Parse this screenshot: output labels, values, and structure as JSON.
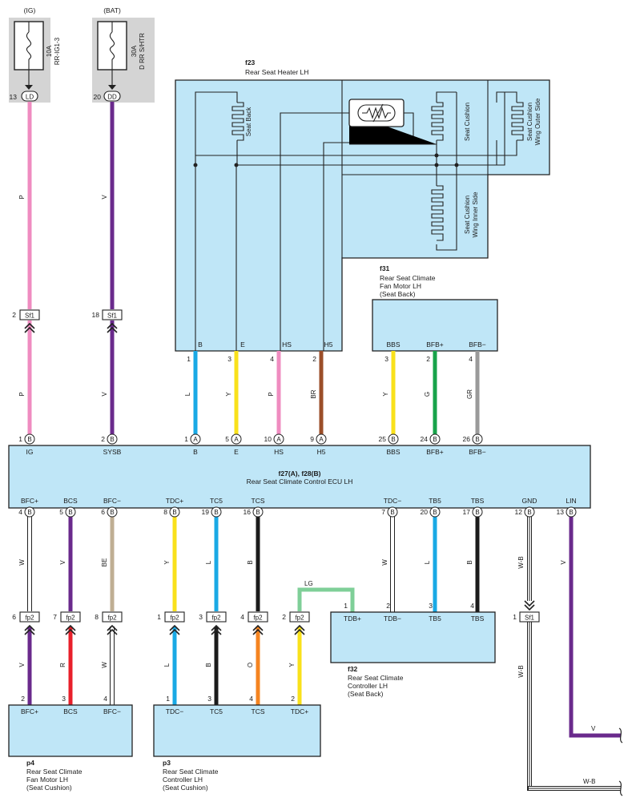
{
  "colors": {
    "P": "#ef8cc0",
    "V": "#6a2a8c",
    "L": "#19a9e5",
    "Y": "#f9e11b",
    "BR": "#9b4e29",
    "G": "#17a34a",
    "GR": "#9a9a9a",
    "W": "#ffffff",
    "R": "#e8202b",
    "BE": "#bfae93",
    "B": "#1b1b1b",
    "O": "#f58420",
    "LG": "#7fcf98",
    "box_fill": "#bfe6f7",
    "fuse_bg": "#d4d4d4"
  },
  "fuses": {
    "ig": {
      "supply": "(IG)",
      "rating": "10A",
      "name": "RR-IG1-3",
      "conn_pin": "13",
      "conn_code": "LD"
    },
    "bat": {
      "supply": "(BAT)",
      "rating": "30A",
      "name": "D RR S/HTR",
      "conn_pin": "20",
      "conn_code": "DD"
    }
  },
  "sf1_top": [
    {
      "pin": "2",
      "code": "Sf1"
    },
    {
      "pin": "18",
      "code": "Sf1"
    }
  ],
  "heater": {
    "code": "f23",
    "name": "Rear Seat Heater LH",
    "elements": {
      "seat_back": "Seat Back",
      "seat_cushion": "Seat Cushion",
      "wing_outer": [
        "Seat Cushion",
        "Wing Outer Side"
      ],
      "wing_inner": [
        "Seat Cushion",
        "Wing Inner Side"
      ]
    },
    "pins": [
      {
        "label": "B",
        "pin": "1",
        "wire": "L"
      },
      {
        "label": "E",
        "pin": "3",
        "wire": "Y"
      },
      {
        "label": "HS",
        "pin": "4",
        "wire": "P"
      },
      {
        "label": "H5",
        "pin": "2",
        "wire": "BR"
      }
    ]
  },
  "fan_back": {
    "code": "f31",
    "name": [
      "Rear Seat Climate",
      "Fan Motor LH",
      "(Seat Back)"
    ],
    "pins": [
      {
        "label": "BBS",
        "pin": "3",
        "wire": "Y"
      },
      {
        "label": "BFB+",
        "pin": "2",
        "wire": "G"
      },
      {
        "label": "BFB−",
        "pin": "4",
        "wire": "GR"
      }
    ]
  },
  "ecu": {
    "code": "f27(A), f28(B)",
    "name": "Rear Seat Climate Control ECU LH",
    "top_pins": [
      {
        "label": "IG",
        "pin": "1",
        "conn": "B",
        "wire": "P"
      },
      {
        "label": "SYSB",
        "pin": "2",
        "conn": "B",
        "wire": "V"
      },
      {
        "label": "B",
        "pin": "1",
        "conn": "A",
        "wire": "L"
      },
      {
        "label": "E",
        "pin": "5",
        "conn": "A",
        "wire": "Y"
      },
      {
        "label": "HS",
        "pin": "10",
        "conn": "A",
        "wire": "P"
      },
      {
        "label": "H5",
        "pin": "9",
        "conn": "A",
        "wire": "BR"
      },
      {
        "label": "BBS",
        "pin": "25",
        "conn": "B",
        "wire": "Y"
      },
      {
        "label": "BFB+",
        "pin": "24",
        "conn": "B",
        "wire": "G"
      },
      {
        "label": "BFB−",
        "pin": "26",
        "conn": "B",
        "wire": "GR"
      }
    ],
    "bottom_pins": [
      {
        "label": "BFC+",
        "pin": "4",
        "conn": "B",
        "wire": "W"
      },
      {
        "label": "BCS",
        "pin": "5",
        "conn": "B",
        "wire": "V"
      },
      {
        "label": "BFC−",
        "pin": "6",
        "conn": "B",
        "wire": "BE"
      },
      {
        "label": "TDC+",
        "pin": "8",
        "conn": "B",
        "wire": "Y"
      },
      {
        "label": "TC5",
        "pin": "19",
        "conn": "B",
        "wire": "L"
      },
      {
        "label": "TCS",
        "pin": "16",
        "conn": "B",
        "wire": "B"
      },
      {
        "label": "TDC−",
        "pin": "7",
        "conn": "B",
        "wire": "W"
      },
      {
        "label": "TB5",
        "pin": "20",
        "conn": "B",
        "wire": "L"
      },
      {
        "label": "TBS",
        "pin": "17",
        "conn": "B",
        "wire": "B"
      },
      {
        "label": "GND",
        "pin": "12",
        "conn": "B",
        "wire": "W-B"
      },
      {
        "label": "LIN",
        "pin": "13",
        "conn": "B",
        "wire": "V"
      }
    ]
  },
  "fp2": [
    {
      "pin": "6",
      "code": "fp2",
      "wire_below": "V"
    },
    {
      "pin": "7",
      "code": "fp2",
      "wire_below": "R"
    },
    {
      "pin": "8",
      "code": "fp2",
      "wire_below": "W"
    },
    {
      "pin": "1",
      "code": "fp2",
      "wire_below": "L"
    },
    {
      "pin": "3",
      "code": "fp2",
      "wire_below": "B"
    },
    {
      "pin": "4",
      "code": "fp2",
      "wire_below": "O"
    },
    {
      "pin": "2",
      "code": "fp2",
      "wire_below": "Y"
    }
  ],
  "lg_wire": "LG",
  "sf1_bottom": {
    "pin": "1",
    "code": "Sf1",
    "wire_below": "W-B"
  },
  "controller_back": {
    "code": "f32",
    "name": [
      "Rear Seat Climate",
      "Controller LH",
      "(Seat Back)"
    ],
    "pins": [
      {
        "label": "TDB+",
        "pin": "1"
      },
      {
        "label": "TDB−",
        "pin": "2"
      },
      {
        "label": "TB5",
        "pin": "3"
      },
      {
        "label": "TBS",
        "pin": "4"
      }
    ]
  },
  "fan_cushion": {
    "code": "p4",
    "name": [
      "Rear Seat Climate",
      "Fan Motor LH",
      "(Seat Cushion)"
    ],
    "pins": [
      {
        "label": "BFC+",
        "pin": "2"
      },
      {
        "label": "BCS",
        "pin": "3"
      },
      {
        "label": "BFC−",
        "pin": "4"
      }
    ]
  },
  "controller_cushion": {
    "code": "p3",
    "name": [
      "Rear Seat Climate",
      "Controller LH",
      "(Seat Cushion)"
    ],
    "pins": [
      {
        "label": "TDC−",
        "pin": "1"
      },
      {
        "label": "TC5",
        "pin": "3"
      },
      {
        "label": "TCS",
        "pin": "4"
      },
      {
        "label": "TDC+",
        "pin": "2"
      }
    ]
  },
  "exits": {
    "lin_wire": "V",
    "gnd_wire": "W-B"
  }
}
